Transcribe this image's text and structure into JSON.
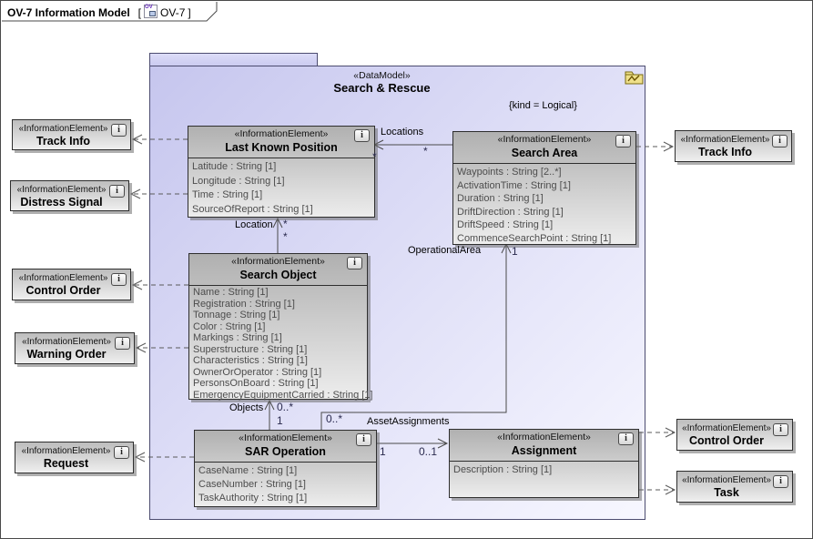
{
  "frame": {
    "title": "OV-7 Information Model",
    "bracket_open": "[",
    "kind": "OV-7",
    "bracket_close": "]",
    "icon_text": "OV"
  },
  "package": {
    "stereotype": "«DataModel»",
    "name": "Search & Rescue",
    "constraint": "{kind = Logical}"
  },
  "icons": {
    "info": "i"
  },
  "classes": [
    {
      "stereotype": "«InformationElement»",
      "name": "Last Known Position",
      "attributes": [
        "Latitude : String [1]",
        "Longitude : String [1]",
        "Time : String [1]",
        "SourceOfReport : String [1]"
      ]
    },
    {
      "stereotype": "«InformationElement»",
      "name": "Search Area",
      "attributes": [
        "Waypoints : String [2..*]",
        "ActivationTime : String [1]",
        "Duration : String [1]",
        "DriftDirection : String [1]",
        "DriftSpeed : String [1]",
        "CommenceSearchPoint : String [1]"
      ]
    },
    {
      "stereotype": "«InformationElement»",
      "name": "Search Object",
      "attributes": [
        "Name : String [1]",
        "Registration : String [1]",
        "Tonnage : String [1]",
        "Color : String [1]",
        "Markings : String [1]",
        "Superstructure : String [1]",
        "Characteristics : String [1]",
        "OwnerOrOperator : String [1]",
        "PersonsOnBoard : String [1]",
        "EmergencyEquipmentCarried : String [1]"
      ]
    },
    {
      "stereotype": "«InformationElement»",
      "name": "SAR Operation",
      "attributes": [
        "CaseName : String [1]",
        "CaseNumber : String [1]",
        "TaskAuthority : String [1]"
      ]
    },
    {
      "stereotype": "«InformationElement»",
      "name": "Assignment",
      "attributes": [
        "Description : String [1]"
      ]
    }
  ],
  "externals": [
    {
      "stereotype": "«InformationElement»",
      "name": "Track Info"
    },
    {
      "stereotype": "«InformationElement»",
      "name": "Distress Signal"
    },
    {
      "stereotype": "«InformationElement»",
      "name": "Control Order"
    },
    {
      "stereotype": "«InformationElement»",
      "name": "Warning Order"
    },
    {
      "stereotype": "«InformationElement»",
      "name": "Request"
    },
    {
      "stereotype": "«InformationElement»",
      "name": "Track Info"
    },
    {
      "stereotype": "«InformationElement»",
      "name": "Control Order"
    },
    {
      "stereotype": "«InformationElement»",
      "name": "Task"
    }
  ],
  "edges": {
    "locations": {
      "name": "Locations",
      "mult_a": "*",
      "mult_b": "*"
    },
    "location": {
      "name": "Location",
      "mult_a": "*",
      "mult_b": "*"
    },
    "operational_area": {
      "name": "OperationalArea",
      "mult_target": "1",
      "mult_source": "0..*"
    },
    "objects": {
      "name": "Objects",
      "mult_target": "0..*",
      "mult_source": "1"
    },
    "asset_assignments": {
      "name": "AssetAssignments",
      "mult_source": "1",
      "mult_target": "0..1"
    }
  },
  "colors": {
    "package_fill_dark": "#c6c6ee",
    "package_fill_light": "#f7f7ff",
    "package_border": "#4c4c70",
    "node_fill_dark": "#b0b0b0",
    "node_fill_light": "#ededed",
    "line": "#4a4a4a",
    "shadow": "#6e6e6e",
    "package_icon_fill": "#efe08a"
  }
}
